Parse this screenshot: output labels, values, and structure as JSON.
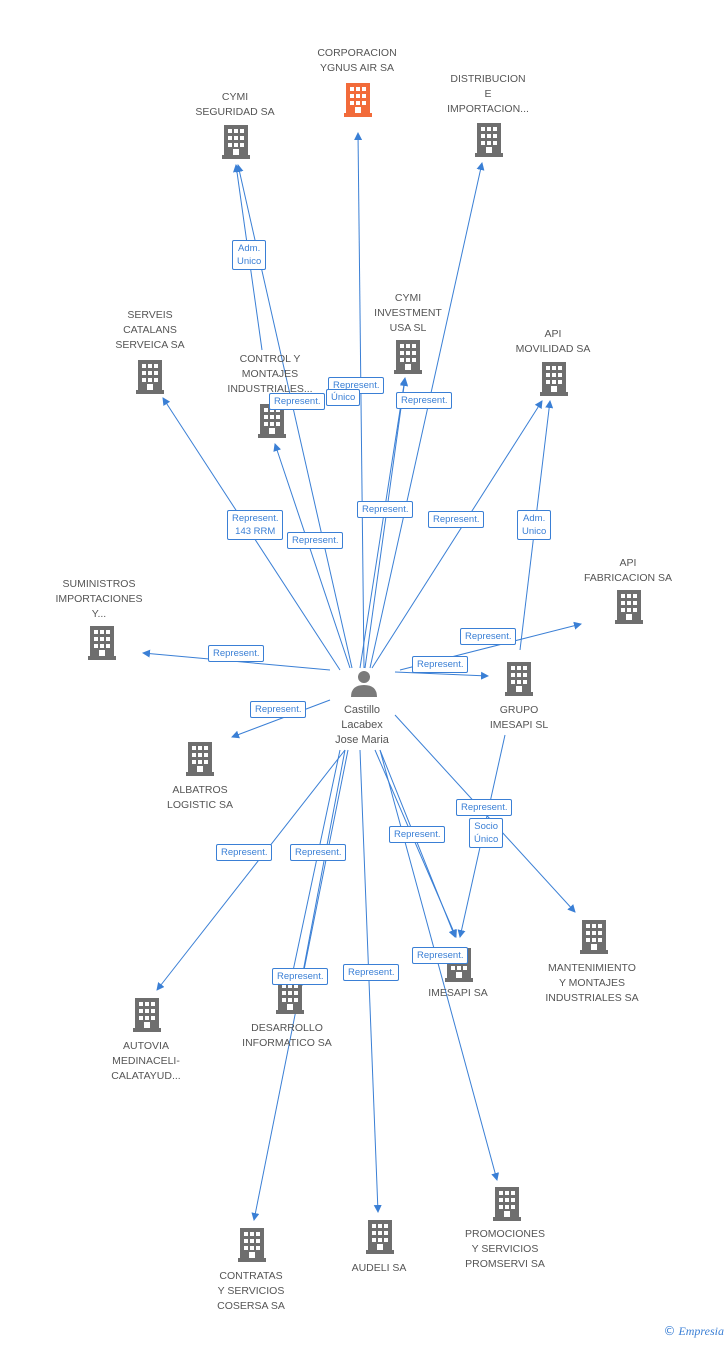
{
  "colors": {
    "edge": "#3a7fd5",
    "building": "#6e6e6e",
    "building_highlight": "#f26b3a",
    "person": "#7a7a7a",
    "label": "#555555"
  },
  "center": {
    "label": "Castillo\nLacabex\nJose Maria",
    "icon": "person-icon"
  },
  "companies": [
    {
      "id": "corporacion",
      "label": "CORPORACION\nYGNUS AIR SA",
      "highlight": true
    },
    {
      "id": "cymi-seguridad",
      "label": "CYMI\nSEGURIDAD SA"
    },
    {
      "id": "distribucion",
      "label": "DISTRIBUCION\nE\nIMPORTACION..."
    },
    {
      "id": "serveis",
      "label": "SERVEIS\nCATALANS\nSERVEICA SA"
    },
    {
      "id": "control",
      "label": "CONTROL Y\nMONTAJES\nINDUSTRIALES..."
    },
    {
      "id": "cymi-investment",
      "label": "CYMI\nINVESTMENT\nUSA SL"
    },
    {
      "id": "api-movilidad",
      "label": "API\nMOVILIDAD SA"
    },
    {
      "id": "api-fabricacion",
      "label": "API\nFABRICACION SA"
    },
    {
      "id": "suministros",
      "label": "SUMINISTROS\nIMPORTACIONES\nY..."
    },
    {
      "id": "grupo-imesapi",
      "label": "GRUPO\nIMESAPI SL"
    },
    {
      "id": "albatros",
      "label": "ALBATROS\nLOGISTIC SA"
    },
    {
      "id": "mantenimiento",
      "label": "MANTENIMIENTO\nY MONTAJES\nINDUSTRIALES SA"
    },
    {
      "id": "imesapi",
      "label": "IMESAPI SA"
    },
    {
      "id": "autovia",
      "label": "AUTOVIA\nMEDINACELI-\nCALATAYUD..."
    },
    {
      "id": "desarrollo",
      "label": "DESARROLLO\nINFORMATICO SA"
    },
    {
      "id": "promociones",
      "label": "PROMOCIONES\nY SERVICIOS\nPROMSERVI SA"
    },
    {
      "id": "contratas",
      "label": "CONTRATAS\nY SERVICIOS\nCOSERSA SA"
    },
    {
      "id": "audeli",
      "label": "AUDELI SA"
    }
  ],
  "edge_labels": [
    "Adm.\nUnico",
    "Represent.",
    "Represent.",
    "Represent.",
    "Único",
    "Represent.\n143 RRM",
    "Represent.",
    "Represent.",
    "Represent.",
    "Adm.\nUnico",
    "Represent.",
    "Represent.",
    "Represent.",
    "Represent.",
    "Represent.",
    "Socio\nÚnico",
    "Represent.",
    "Represent.",
    "Represent.",
    "Represent.",
    "Represent.",
    "Represent."
  ],
  "credit": {
    "symbol": "©",
    "brand": "Empresia"
  }
}
